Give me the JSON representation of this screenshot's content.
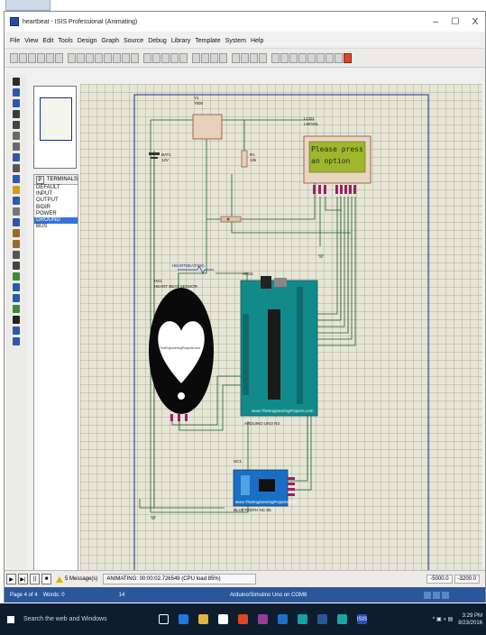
{
  "window": {
    "title": "heartbeat - ISIS Professional (Animating)",
    "controls": [
      "–",
      "☐",
      "X"
    ]
  },
  "menu": [
    "File",
    "View",
    "Edit",
    "Tools",
    "Design",
    "Graph",
    "Source",
    "Debug",
    "Library",
    "Template",
    "System",
    "Help"
  ],
  "object_selector": {
    "mode": "P",
    "title": "TERMINALS",
    "items": [
      "DEFAULT",
      "INPUT",
      "OUTPUT",
      "BIDIR",
      "POWER",
      "GROUND",
      "BUS"
    ],
    "selected": "GROUND"
  },
  "schematic": {
    "v1": {
      "ref": "V1",
      "value": "7805"
    },
    "lcd": {
      "ref": "LCD1",
      "value": "LM016L",
      "line1": "Please press",
      "line2": "an option"
    },
    "bat": {
      "ref": "BAT1",
      "value": "12V"
    },
    "r1": {
      "ref": "R1",
      "value": "10k"
    },
    "arduino": {
      "ref": "ARD1",
      "label": "ARDUINO UNO R3",
      "site": "www.TheEngineeringProjects.com"
    },
    "sensor": {
      "ref": "HS1",
      "value": "HEART BEAT SENSOR",
      "site": "TheEngineeringProjects.com",
      "signal": "HEARTBEAT/SIG"
    },
    "bt": {
      "ref": "HC1",
      "site": "www.TheEngineeringProjects.com",
      "label": "BLUETOOTH HC-05"
    }
  },
  "status": {
    "messages": "5 Message(s)",
    "animation": "ANIMATING: 00:00:02.726549 (CPU load 85%)",
    "coord_x": "-5000.0",
    "coord_y": "-3200.0"
  },
  "word_bar": {
    "page": "Page 4 of 4",
    "words": "Words: 0",
    "zoom": "14",
    "center": "Arduino/Simulino Uno on COM8"
  },
  "taskbar": {
    "search": "Search the web and Windows",
    "isis_label": "ISIS",
    "time": "3:29 PM",
    "date": "8/23/2016"
  }
}
